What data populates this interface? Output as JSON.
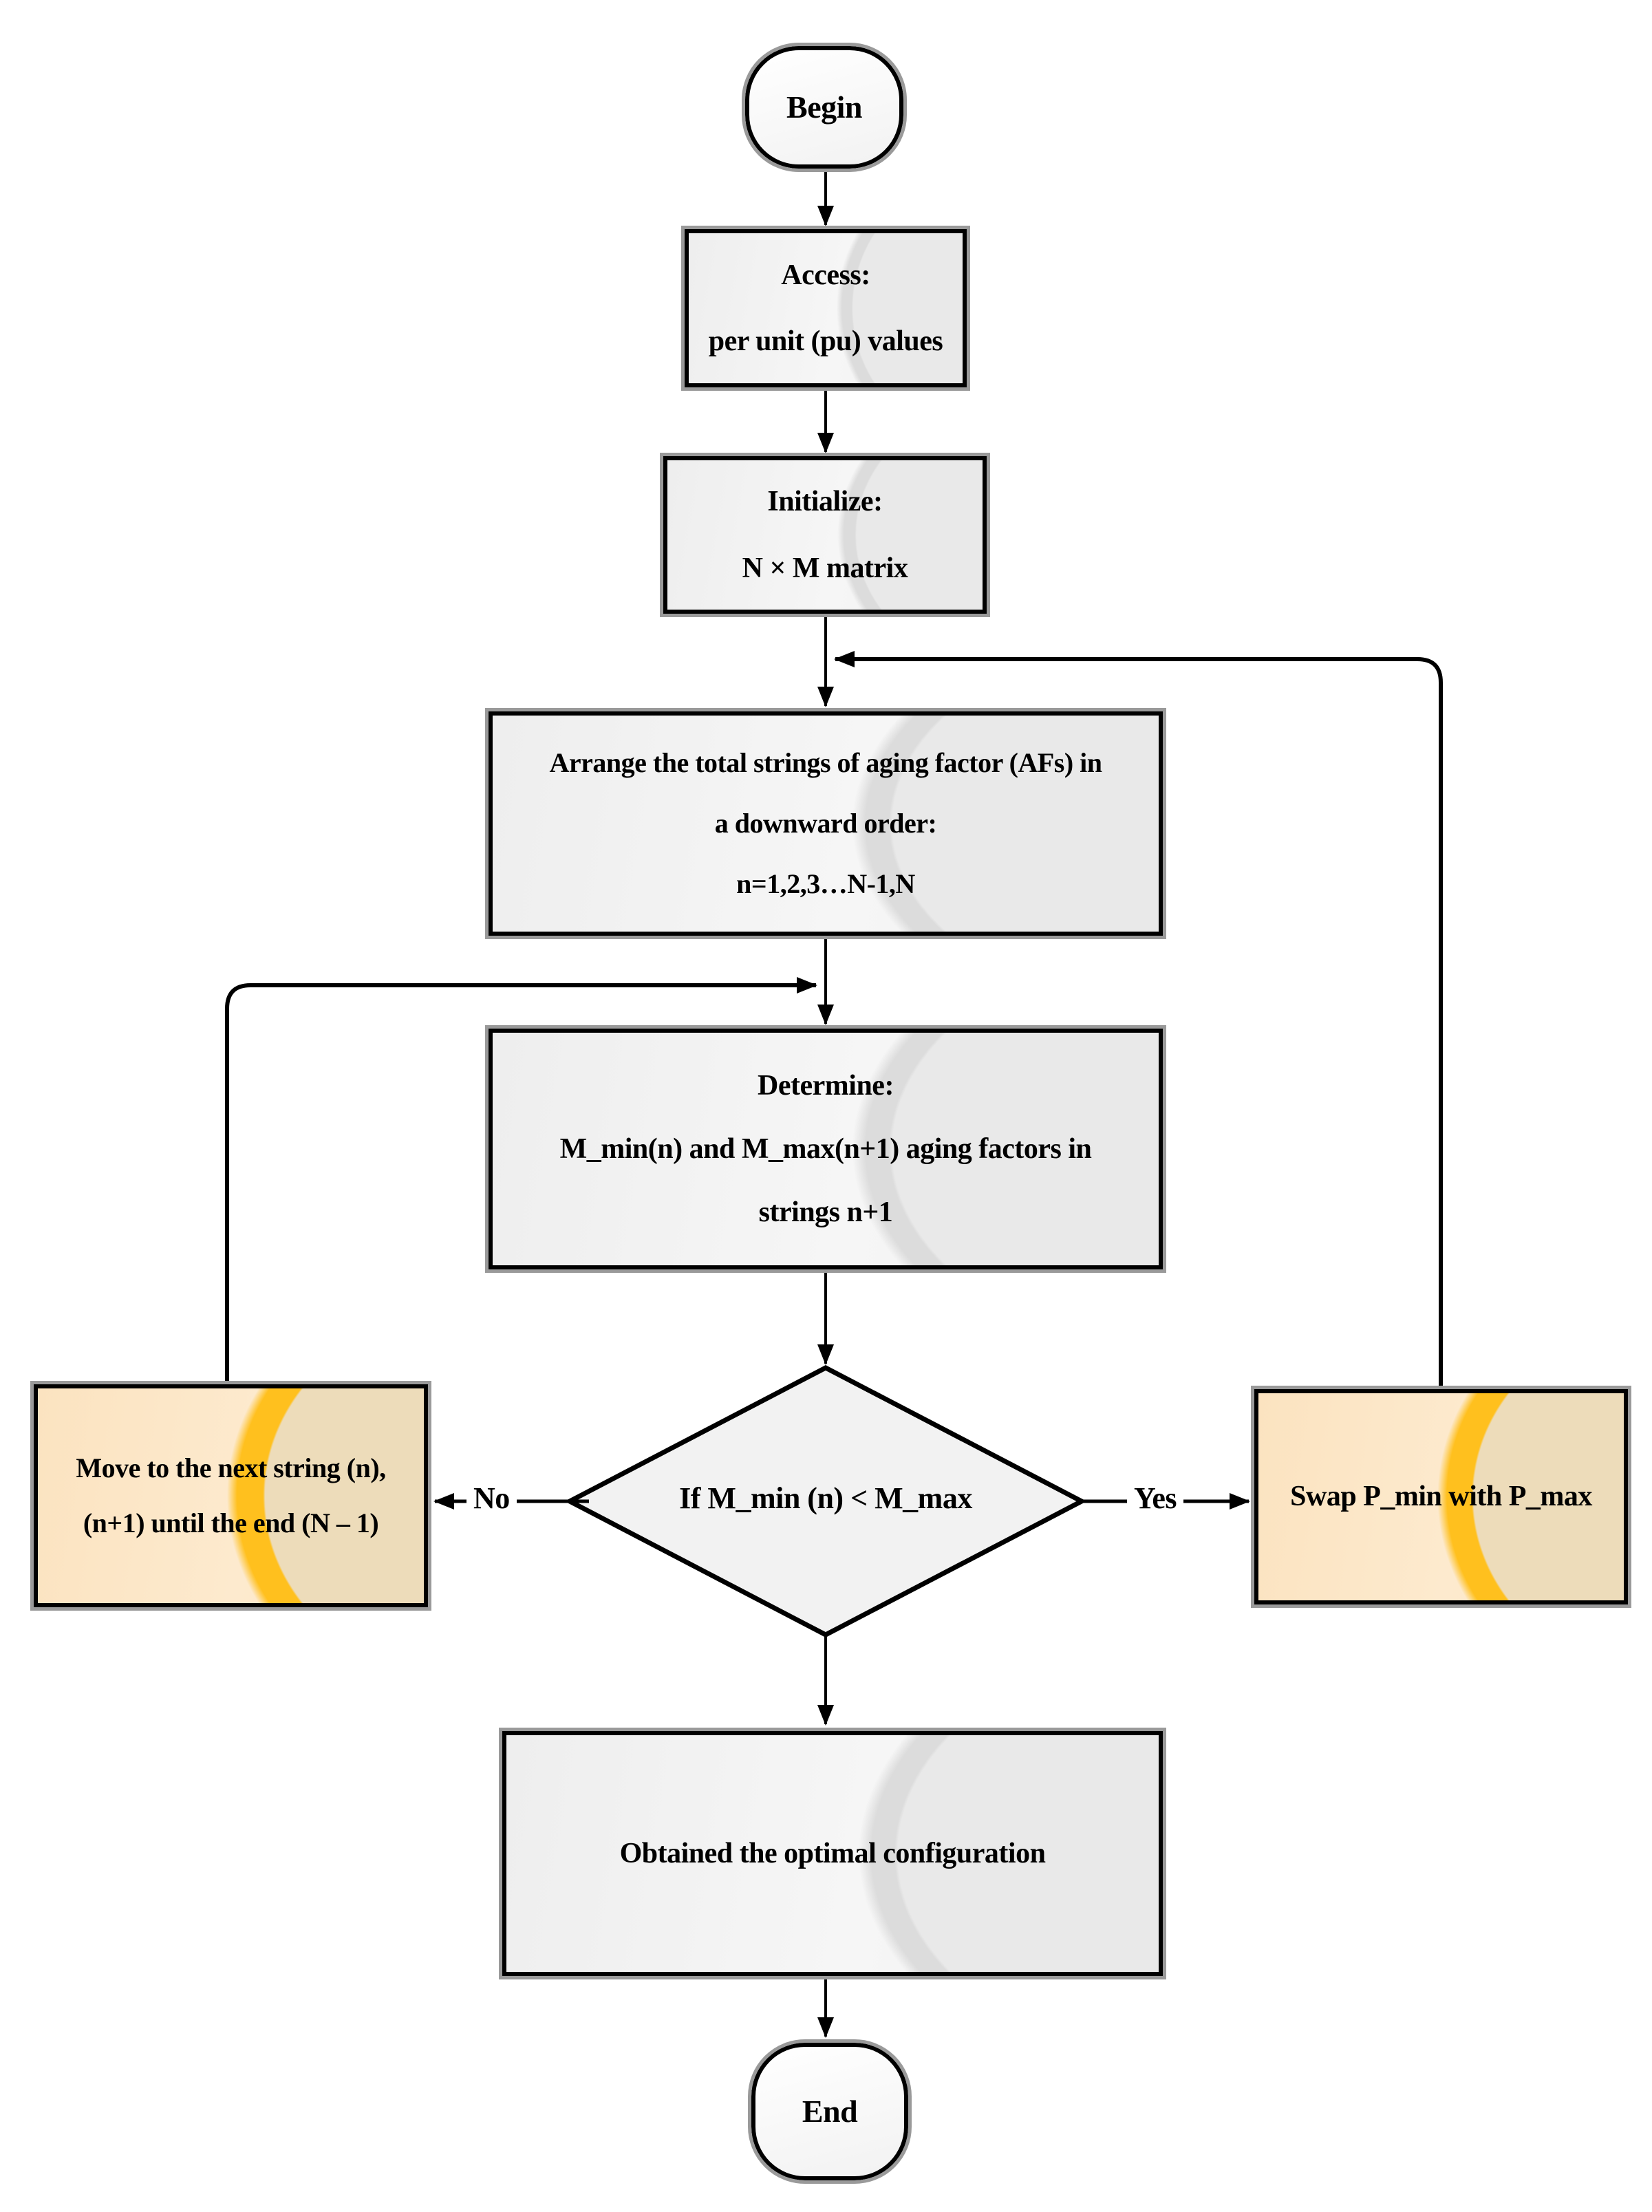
{
  "nodes": {
    "begin": {
      "label": "Begin"
    },
    "access": {
      "lines": [
        "Access:",
        "per unit (pu) values"
      ]
    },
    "initialize": {
      "lines": [
        "Initialize:",
        "N × M matrix"
      ]
    },
    "arrange": {
      "lines": [
        "Arrange the total strings of aging factor (AFs) in",
        "a downward order:",
        "n=1,2,3…N-1,N"
      ]
    },
    "determine": {
      "lines": [
        "Determine:",
        "M_min(n) and M_max(n+1) aging factors in",
        "strings n+1"
      ]
    },
    "decision": {
      "label": "If M_min (n) < M_max"
    },
    "move_next": {
      "lines": [
        "Move to the next string (n),",
        "(n+1) until the end (N – 1)"
      ]
    },
    "swap": {
      "label": "Swap P_min with P_max"
    },
    "obtained": {
      "label": "Obtained the optimal configuration"
    },
    "end": {
      "label": "End"
    }
  },
  "edges": {
    "no_label": "No",
    "yes_label": "Yes"
  },
  "colors": {
    "process_fill": "#f2f2f2",
    "highlight_fill": "#fbe3c0",
    "highlight_stripe": "#ffc01e",
    "border": "#000000",
    "halo": "#9a9a9a",
    "background": "#ffffff"
  }
}
